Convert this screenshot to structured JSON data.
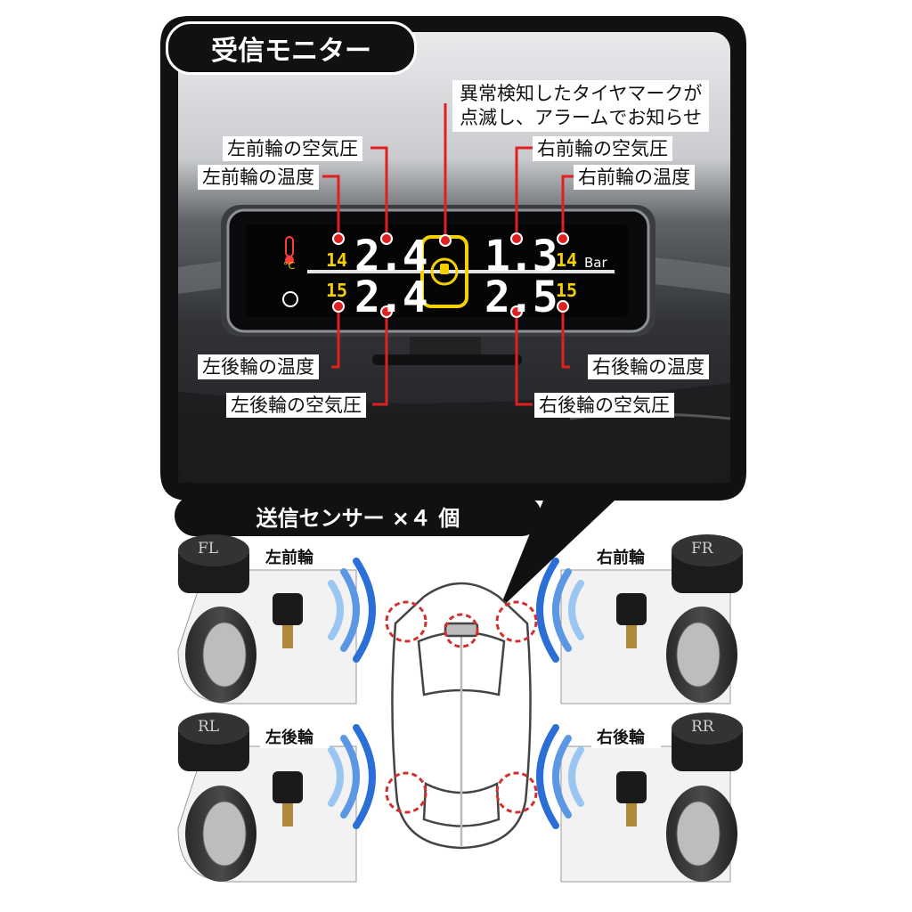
{
  "monitor": {
    "title": "受信モニター",
    "annotations": {
      "alert": "異常検知したタイヤマークが\n点滅し、アラームでお知らせ",
      "fl_pressure": "左前輪の空気圧",
      "fl_temp": "左前輪の温度",
      "fr_pressure": "右前輪の空気圧",
      "fr_temp": "右前輪の温度",
      "rl_temp": "左後輪の温度",
      "rl_pressure": "左後輪の空気圧",
      "rr_temp": "右後輪の温度",
      "rr_pressure": "右後輪の空気圧"
    },
    "display": {
      "fl_pressure": "2.4",
      "rl_pressure": "2.4",
      "fr_pressure": "1.3",
      "rr_pressure": "2.5",
      "fl_temp": "14",
      "rl_temp": "15",
      "fr_temp": "14",
      "rr_temp": "15",
      "unit_temp": "°C",
      "unit_pressure": "Bar"
    }
  },
  "sensors": {
    "title": "送信センサー ×４ 個",
    "wheels": [
      {
        "label": "左前輪",
        "cap": "FL"
      },
      {
        "label": "右前輪",
        "cap": "FR"
      },
      {
        "label": "左後輪",
        "cap": "RL"
      },
      {
        "label": "右後輪",
        "cap": "RR"
      }
    ]
  },
  "colors": {
    "callout_line": "#e02020",
    "segment_yellow": "#f5d000",
    "wave_blue": "#2a6fd6",
    "panel_dark": "#111111"
  }
}
